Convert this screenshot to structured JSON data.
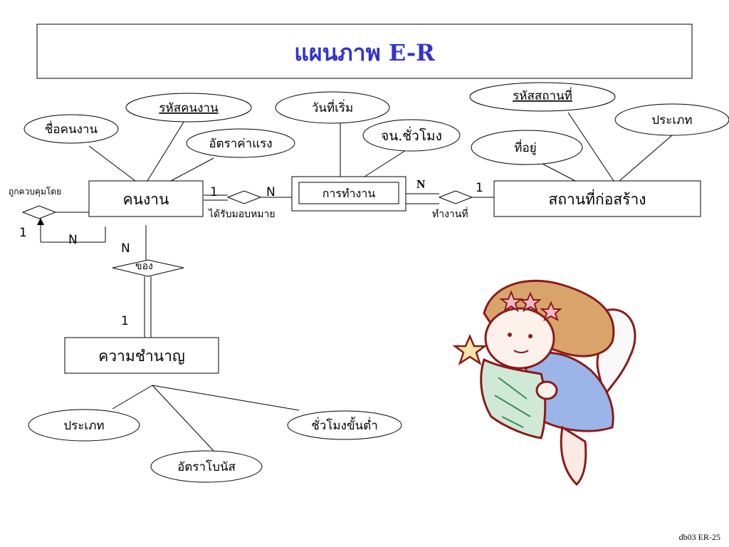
{
  "title": "แผนภาพ E-R",
  "entities": {
    "employee": "คนงาน",
    "site": "สถานที่ก่อสร้าง",
    "skill": "ความชำนาญ",
    "assignment": "การทำงาน"
  },
  "attributes": {
    "emp_id": "รหัสคนงาน",
    "emp_name": "ชื่อคนงาน",
    "wage_rate": "อัตราค่าแรง",
    "start_date": "วันที่เริ่ม",
    "hours": "จน.ชั่วโมง",
    "site_id": "รหัสสถานที่",
    "site_address": "ที่อยู่",
    "site_type": "ประเภท",
    "skill_type": "ประเภท",
    "bonus_rate": "อัตราโบนัส",
    "min_hours": "ชั่วโมงขั้นต่ำ"
  },
  "relationships": {
    "supervised_by": "ถูกควบคุมโดย",
    "assigned": "ได้รับมอบหมาย",
    "works_at": "ทำงานที่",
    "has": "ของ"
  },
  "cardinalities": {
    "supervise_one": "1",
    "supervise_many": "N",
    "assigned_one": "1",
    "assigned_many": "N",
    "works_many": "N",
    "works_one": "1",
    "has_many": "N",
    "has_one": "1"
  },
  "colors": {
    "title": "#3333cc",
    "line": "#000000"
  },
  "footer": "db03 ER-25"
}
